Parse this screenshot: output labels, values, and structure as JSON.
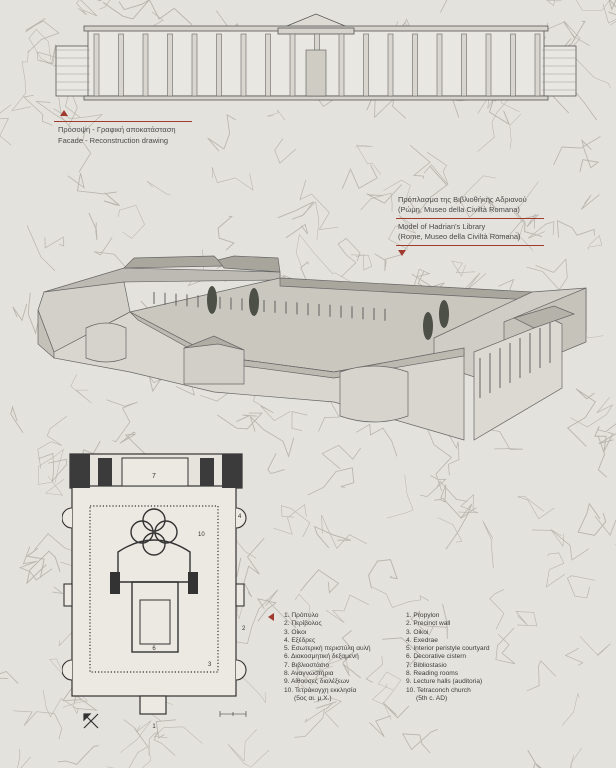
{
  "facade_caption": {
    "greek": "Πρόσοψη - Γραφική αποκατάσταση",
    "english": "Facade - Reconstruction drawing"
  },
  "model_caption": {
    "greek_line1": "Πρόπλασμα της Βιβλιοθήκης Αδριανού",
    "greek_line2": "(Ρώμη, Museo della Civiltà Romana)",
    "english_line1": "Model of Hadrian's Library",
    "english_line2": "(Rome, Museo della Civiltà Romana)"
  },
  "plan": {
    "label_7": "7",
    "label_10": "10",
    "label_2": "2",
    "label_3": "3",
    "label_4": "4",
    "label_6": "6",
    "label_1": "1"
  },
  "legend_greek": [
    "1. Πρόπυλο",
    "2. Περίβολος",
    "3. Οίκοι",
    "4. Εξέδρες",
    "5. Εσωτερική περιστύλη αυλή",
    "6. Διακοσμητική δεξαμενή",
    "7. Βιβλιοστάσιο",
    "8. Αναγνωστήρια",
    "9. Αίθουσες διαλέξεων",
    "10. Τετράκογχη εκκλησία",
    "(5ος αι. μ.Χ.)"
  ],
  "legend_english": [
    "1. Propylon",
    "2. Precinct wall",
    "3. Oikoi",
    "4. Exedrae",
    "5. Interior peristyle courtyard",
    "6. Decorative cistern",
    "7. Bibliostasio",
    "8. Reading rooms",
    "9. Lecture halls (auditoria)",
    "10. Tetraconch church",
    "(5th c. AD)"
  ],
  "colors": {
    "background": "#e4e2dc",
    "ink": "#3a3a3a",
    "accent_red": "#a13a2e",
    "crack": "#b9b6ae"
  }
}
